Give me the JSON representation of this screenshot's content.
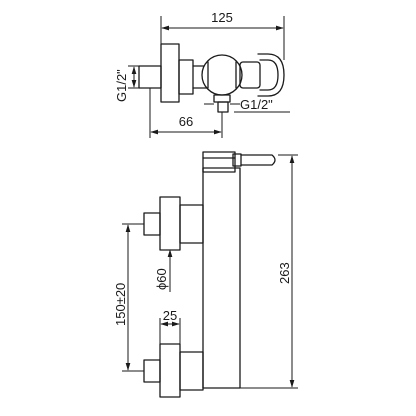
{
  "dimensions": {
    "top_width": "125",
    "top_thread_left": "G1/2\"",
    "top_thread_right": "G1/2\"",
    "top_offset": "66",
    "side_height": "263",
    "side_spacing": "150±20",
    "side_diameter": "ϕ60",
    "side_connector": "25"
  }
}
